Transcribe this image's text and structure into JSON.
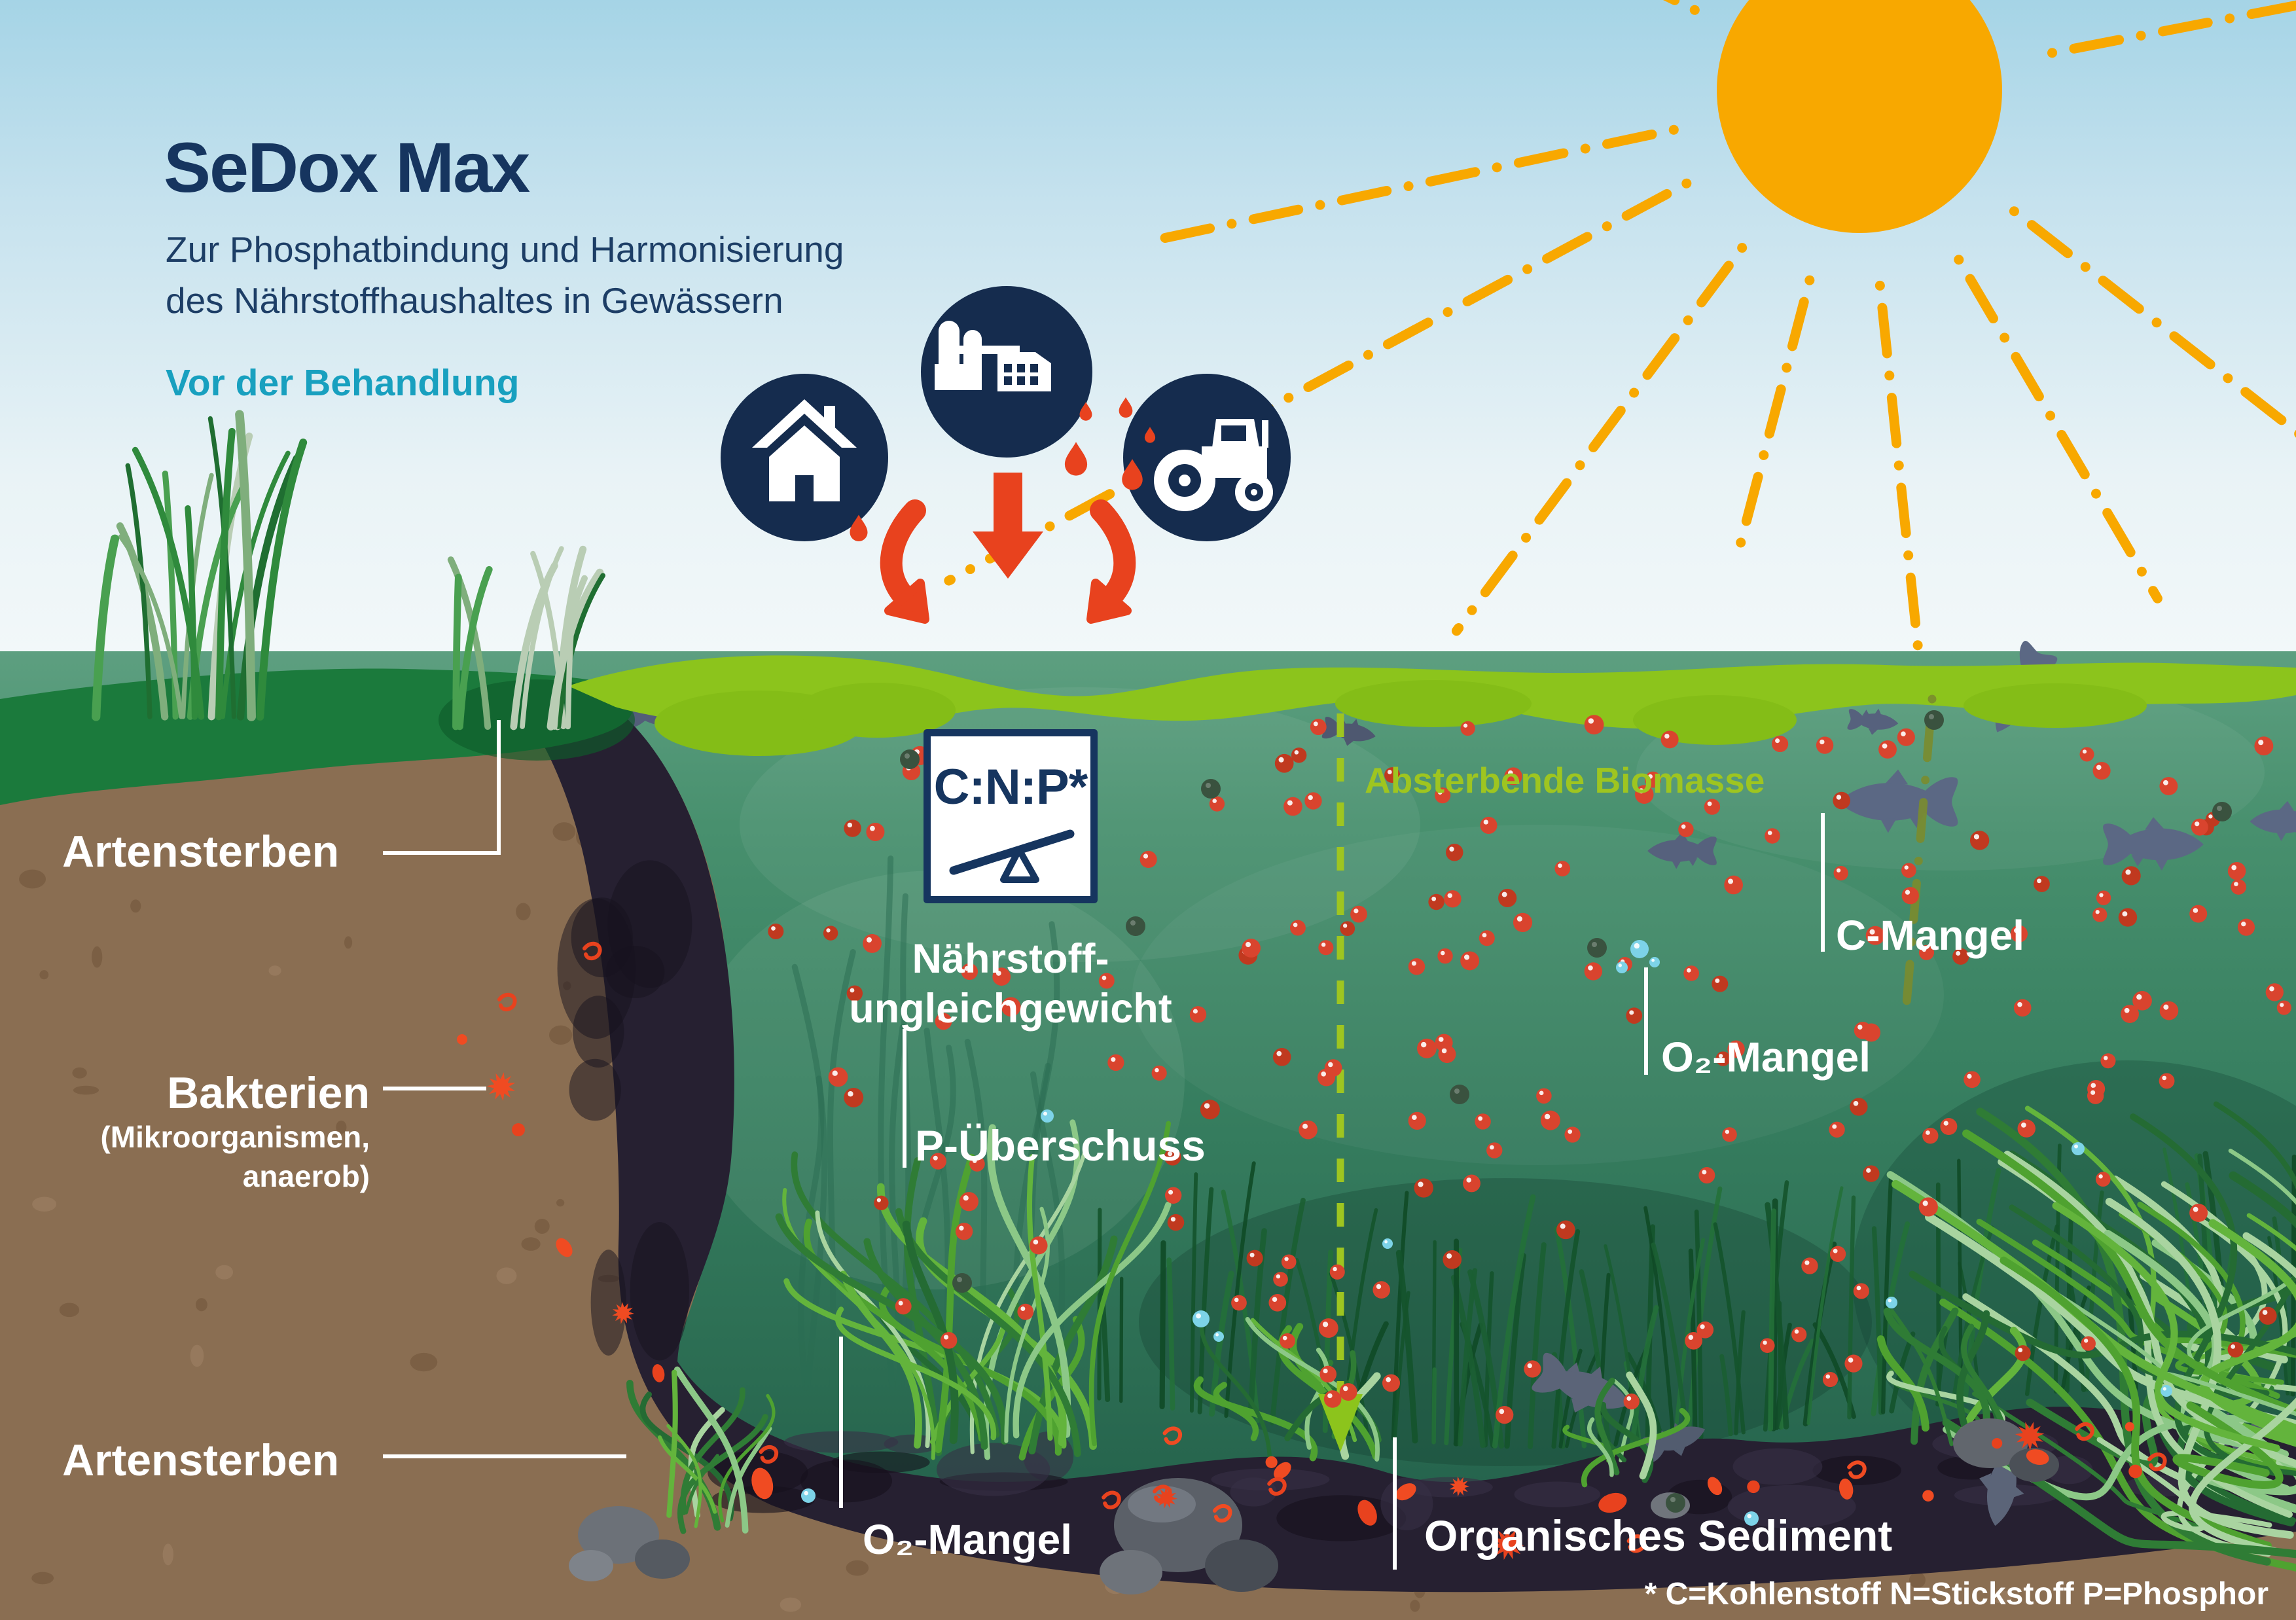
{
  "header": {
    "title": "SeDox Max",
    "subtitle_line1": "Zur Phosphatbindung und Harmonisierung",
    "subtitle_line2": "des Nährstoffhaushaltes in Gewässern",
    "phase_label": "Vor der Behandlung"
  },
  "pollution_sources": {
    "items": [
      {
        "icon": "house"
      },
      {
        "icon": "factory"
      },
      {
        "icon": "tractor"
      }
    ]
  },
  "balance": {
    "formula": "C:N:P*",
    "caption_line1": "Nährstoff-",
    "caption_line2": "ungleichgewicht"
  },
  "labels": {
    "species_loss_top": "Artensterben",
    "bacteria_title": "Bakterien",
    "bacteria_sub_line1": "(Mikroorganismen,",
    "bacteria_sub_line2": "anaerob)",
    "p_excess": "P-Überschuss",
    "dying_biomass": "Absterbende Biomasse",
    "c_deficiency": "C-Mangel",
    "o2_deficiency": "O₂-Mangel",
    "species_loss_bottom": "Artensterben",
    "o2_deficiency_bottom": "O₂-Mangel",
    "organic_sediment": "Organisches Sediment"
  },
  "footnote": "* C=Kohlenstoff N=Stickstoff P=Phosphor",
  "colors": {
    "navy": "#16355f",
    "cyan": "#18a0bf",
    "lime": "#8cc41c",
    "biomass_label": "#9ec520",
    "red_orange": "#e8421e",
    "sun_orange": "#f8a800",
    "water_deep": "#1f5a47",
    "soil_brown": "#8a6e52",
    "sediment_dark": "#262031",
    "white": "#ffffff"
  }
}
